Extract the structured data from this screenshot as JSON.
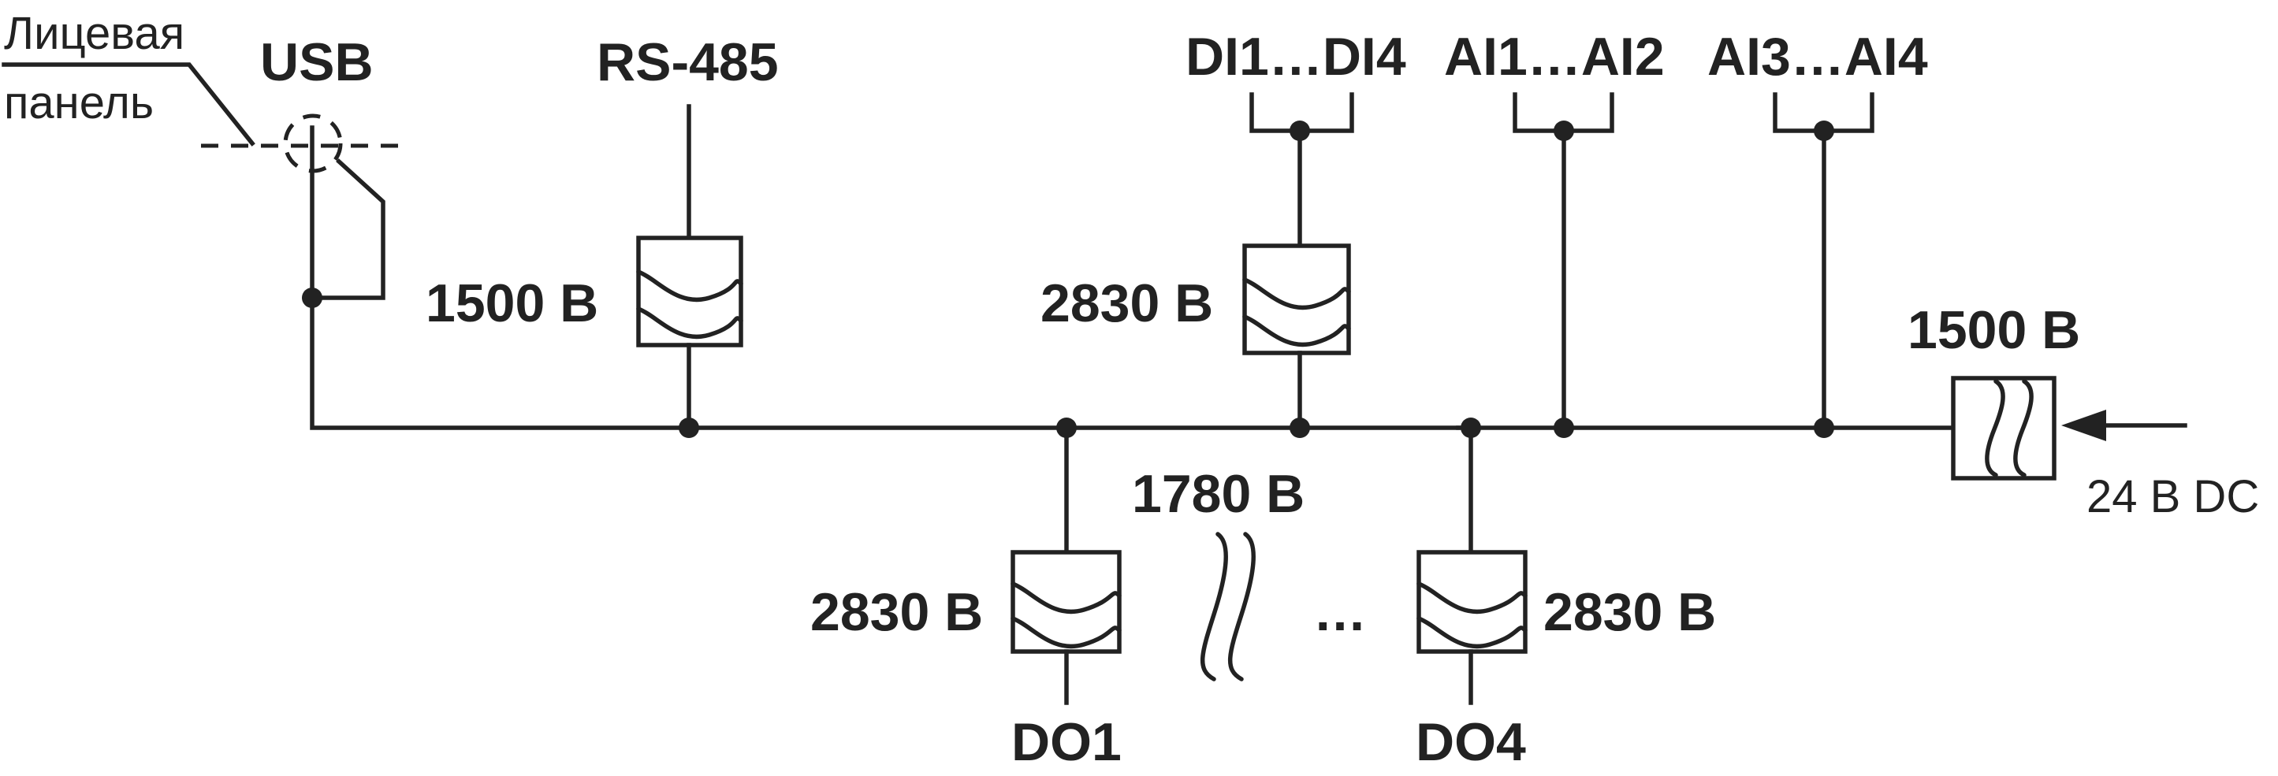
{
  "labels": {
    "front_panel_line1": "Лицевая",
    "front_panel_line2": "панель",
    "usb": "USB",
    "rs485": "RS-485",
    "di": "DI1…DI4",
    "ai12": "AI1…AI2",
    "ai34": "AI3…AI4",
    "iso_rs485": "1500 В",
    "iso_di": "2830 В",
    "iso_power": "1500 В",
    "iso_between_do": "1780 В",
    "iso_do1": "2830 В",
    "iso_do4": "2830 В",
    "ellipsis": "…",
    "do1": "DO1",
    "do4": "DO4",
    "power_input": "24 В DC"
  }
}
